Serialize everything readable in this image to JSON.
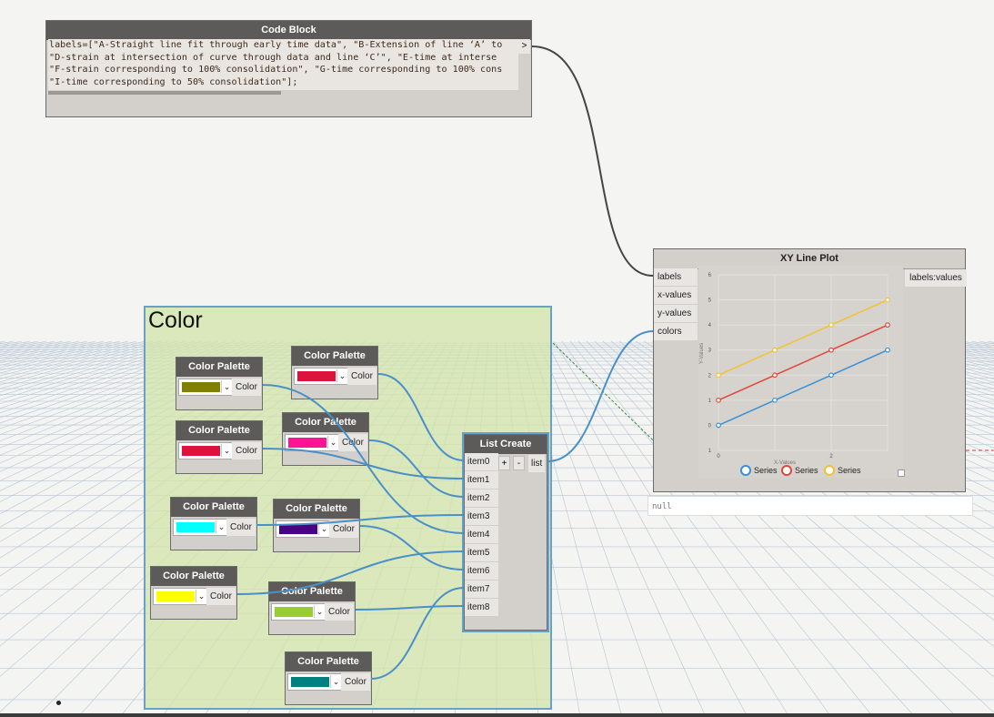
{
  "code_block": {
    "title": "Code Block",
    "lines": [
      "labels=[\"A-Straight line fit through early time data\", \"B-Extension of line ‘A’ to",
      "\"D-strain at intersection of curve through data and line ‘C’\", \"E-time at interse",
      "\"F-strain corresponding to 100% consolidation\", \"G-time corresponding to 100% cons",
      "\"I-time corresponding to 50% consolidation\"];"
    ],
    "output_port": ">"
  },
  "group": {
    "title": "Color"
  },
  "color_palettes": [
    {
      "title": "Color Palette",
      "output": "Color",
      "swatch": "#7f7f00",
      "dropdown": "⌄"
    },
    {
      "title": "Color Palette",
      "output": "Color",
      "swatch": "#dc143c",
      "dropdown": "⌄"
    },
    {
      "title": "Color Palette",
      "output": "Color",
      "swatch": "#dc143c",
      "dropdown": "⌄"
    },
    {
      "title": "Color Palette",
      "output": "Color",
      "swatch": "#ff1493",
      "dropdown": "⌄"
    },
    {
      "title": "Color Palette",
      "output": "Color",
      "swatch": "#00ffff",
      "dropdown": "⌄"
    },
    {
      "title": "Color Palette",
      "output": "Color",
      "swatch": "#4b0082",
      "dropdown": "⌄"
    },
    {
      "title": "Color Palette",
      "output": "Color",
      "swatch": "#ffff00",
      "dropdown": "⌄"
    },
    {
      "title": "Color Palette",
      "output": "Color",
      "swatch": "#9acd32",
      "dropdown": "⌄"
    },
    {
      "title": "Color Palette",
      "output": "Color",
      "swatch": "#008080",
      "dropdown": "⌄"
    }
  ],
  "list_create": {
    "title": "List Create",
    "inputs": [
      "item0",
      "item1",
      "item2",
      "item3",
      "item4",
      "item5",
      "item6",
      "item7",
      "item8"
    ],
    "add_label": "+",
    "remove_label": "-",
    "output": "list"
  },
  "xy_plot": {
    "title": "XY Line Plot",
    "inputs": [
      "labels",
      "x-values",
      "y-values",
      "colors"
    ],
    "output": "labels:values",
    "preview": "null"
  },
  "chart_data": {
    "type": "line",
    "xlabel": "X-Values",
    "ylabel": "Y-Values",
    "xlim": [
      0,
      3
    ],
    "ylim": [
      -1,
      6
    ],
    "x_ticks": [
      "0",
      "2"
    ],
    "y_ticks": [
      "6",
      "5",
      "4",
      "3",
      "2",
      "1",
      "0",
      "1"
    ],
    "grid": true,
    "legend_position": "bottom",
    "series": [
      {
        "name": "Series",
        "color": "#3a8fd6",
        "x": [
          0,
          1,
          2,
          3
        ],
        "y": [
          0,
          1,
          2,
          3
        ]
      },
      {
        "name": "Series",
        "color": "#e0463a",
        "x": [
          0,
          1,
          2,
          3
        ],
        "y": [
          1,
          2,
          3,
          4
        ]
      },
      {
        "name": "Series",
        "color": "#f2c230",
        "x": [
          0,
          1,
          2,
          3
        ],
        "y": [
          2,
          3,
          4,
          5
        ]
      }
    ]
  }
}
